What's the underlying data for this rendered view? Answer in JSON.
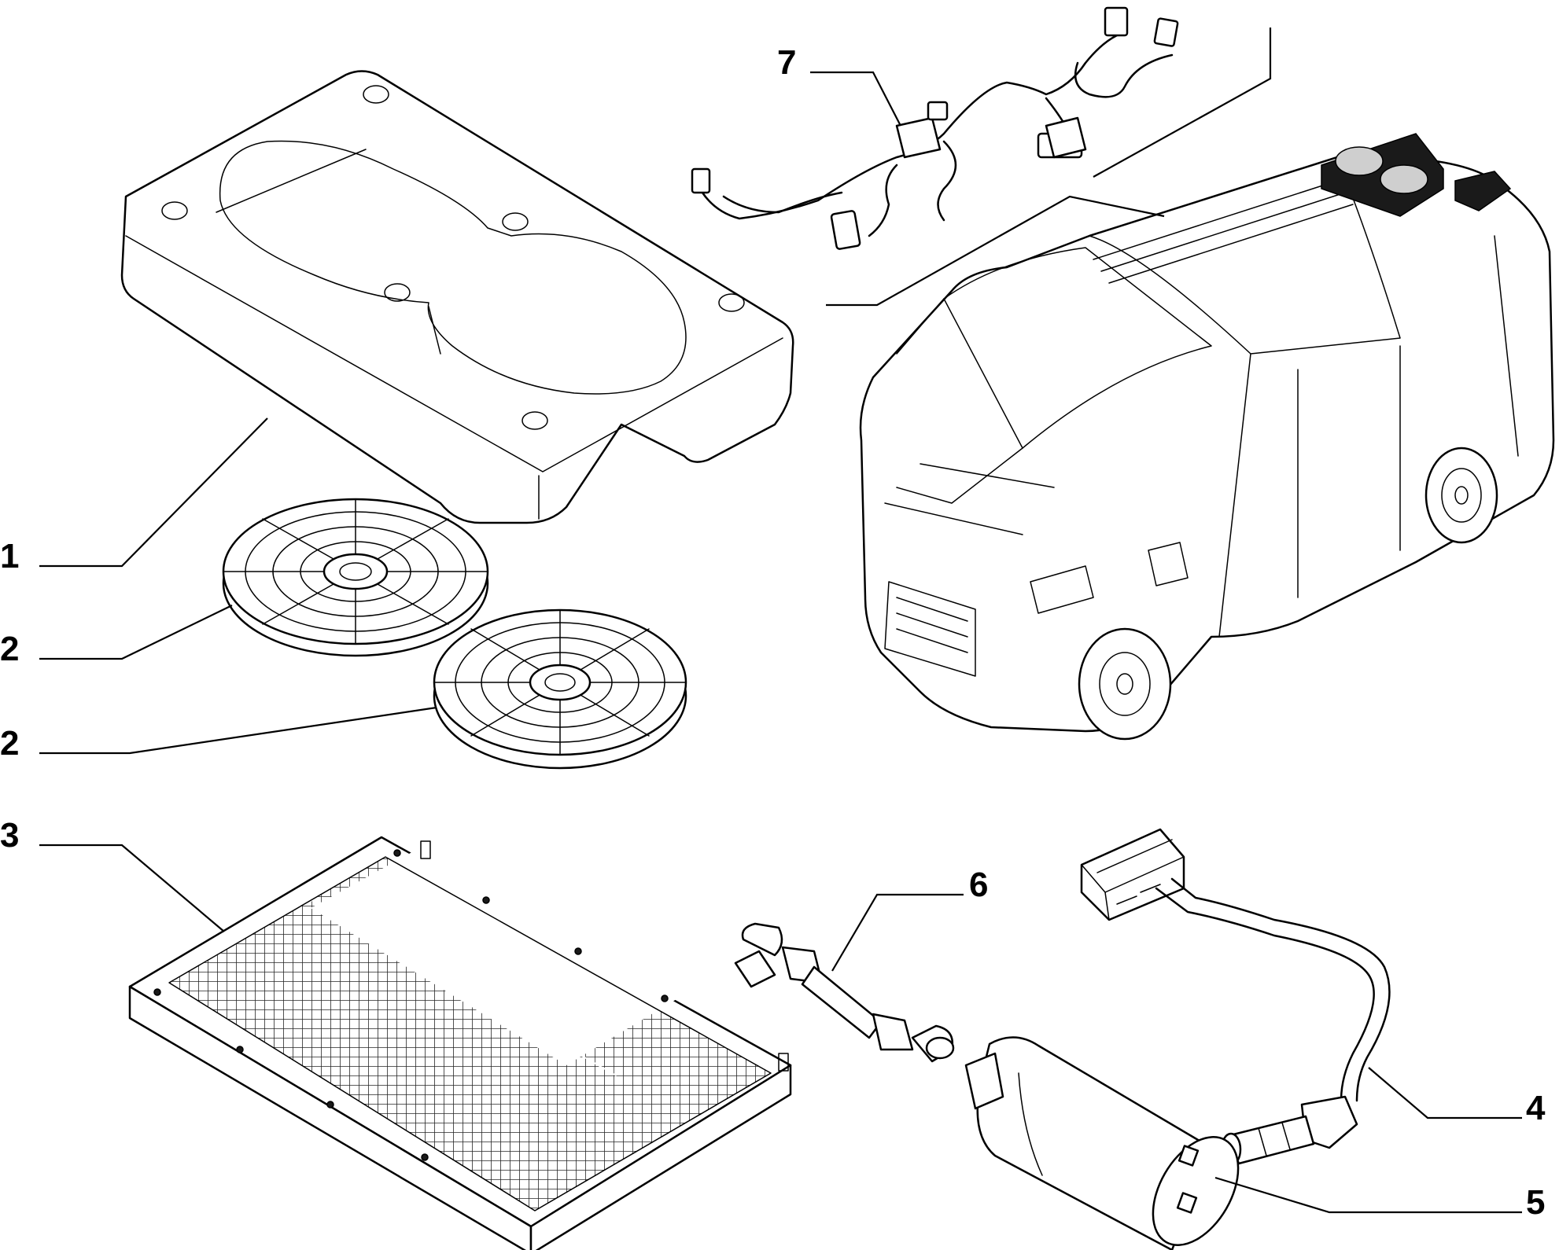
{
  "callouts": {
    "c1": "1",
    "c2a": "2",
    "c2b": "2",
    "c3": "3",
    "c4": "4",
    "c5": "5",
    "c6": "6",
    "c7": "7"
  },
  "colors": {
    "line": "#000000",
    "background": "#ffffff"
  }
}
